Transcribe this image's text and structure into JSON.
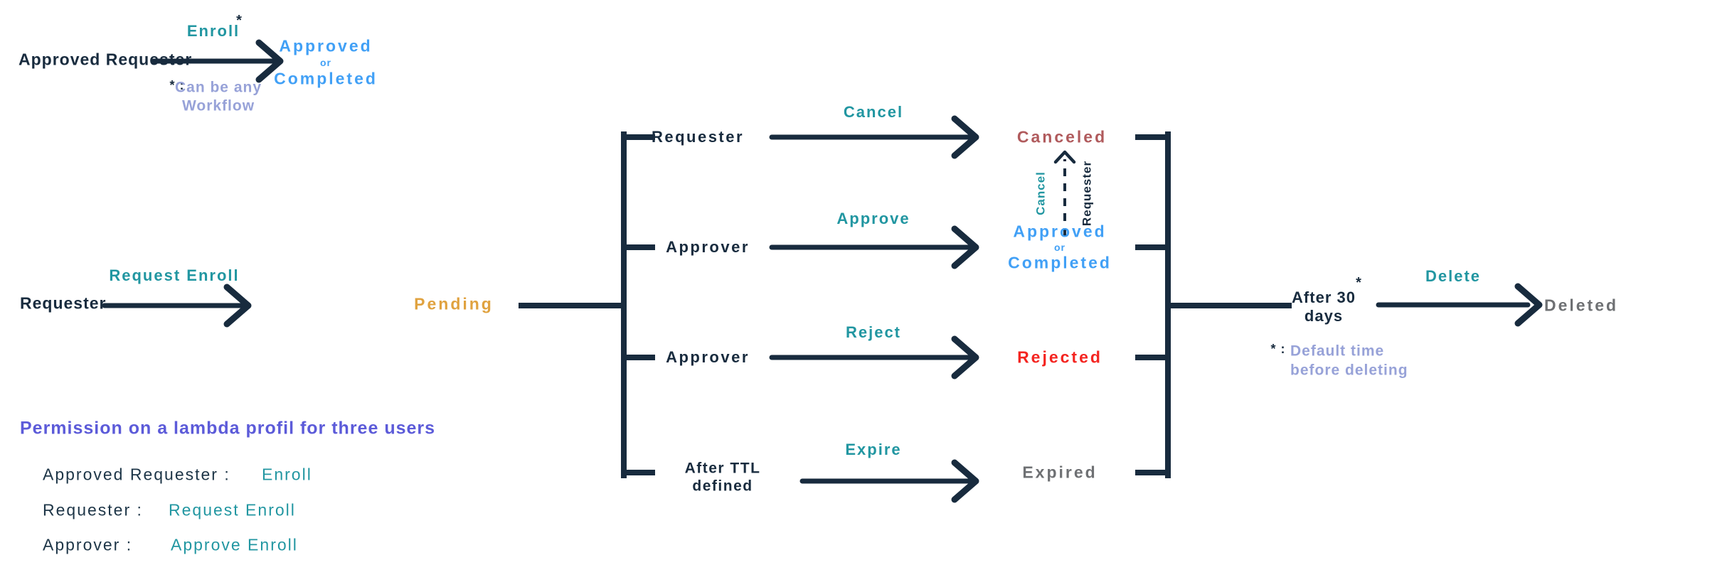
{
  "colors": {
    "navy": "#182B3E",
    "teal": "#2196A1",
    "blue": "#41A0F6",
    "orange": "#E0A23F",
    "brick": "#B05A5C",
    "red": "#F42420",
    "gray": "#6E7073",
    "periwinkle": "#97A2D8",
    "purple": "#5C5BD9"
  },
  "top_flow": {
    "actor": "Approved Requester",
    "action": "Enroll",
    "action_asterisk": "*",
    "note": {
      "marker": "* :",
      "line1": "Can be any",
      "line2": "Workflow"
    },
    "state": {
      "line1": "Approved",
      "conj": "or",
      "line2": "Completed"
    }
  },
  "main_flow": {
    "actor": "Requester",
    "action": "Request Enroll",
    "state": "Pending"
  },
  "branches": {
    "cancel": {
      "actor": "Requester",
      "action": "Cancel",
      "state": "Canceled"
    },
    "approve": {
      "actor": "Approver",
      "action": "Approve",
      "state": {
        "line1": "Approved",
        "conj": "or",
        "line2": "Completed"
      }
    },
    "reject": {
      "actor": "Approver",
      "action": "Reject",
      "state": "Rejected"
    },
    "expire": {
      "actor": {
        "line1": "After TTL",
        "line2": "defined"
      },
      "action": "Expire",
      "state": "Expired"
    }
  },
  "cancel_back_edge": {
    "action": "Cancel",
    "actor": "Requester"
  },
  "deletion_flow": {
    "condition": {
      "line1": "After 30",
      "line2": "days",
      "asterisk": "*"
    },
    "action": "Delete",
    "state": "Deleted",
    "note": {
      "marker": "* :",
      "line1": "Default time",
      "line2": "before deleting"
    }
  },
  "legend": {
    "title": "Permission on a lambda profil for three users",
    "items": [
      {
        "role": "Approved Requester :",
        "permission": "Enroll"
      },
      {
        "role": "Requester :",
        "permission": "Request Enroll"
      },
      {
        "role": "Approver :",
        "permission": "Approve Enroll"
      }
    ]
  }
}
